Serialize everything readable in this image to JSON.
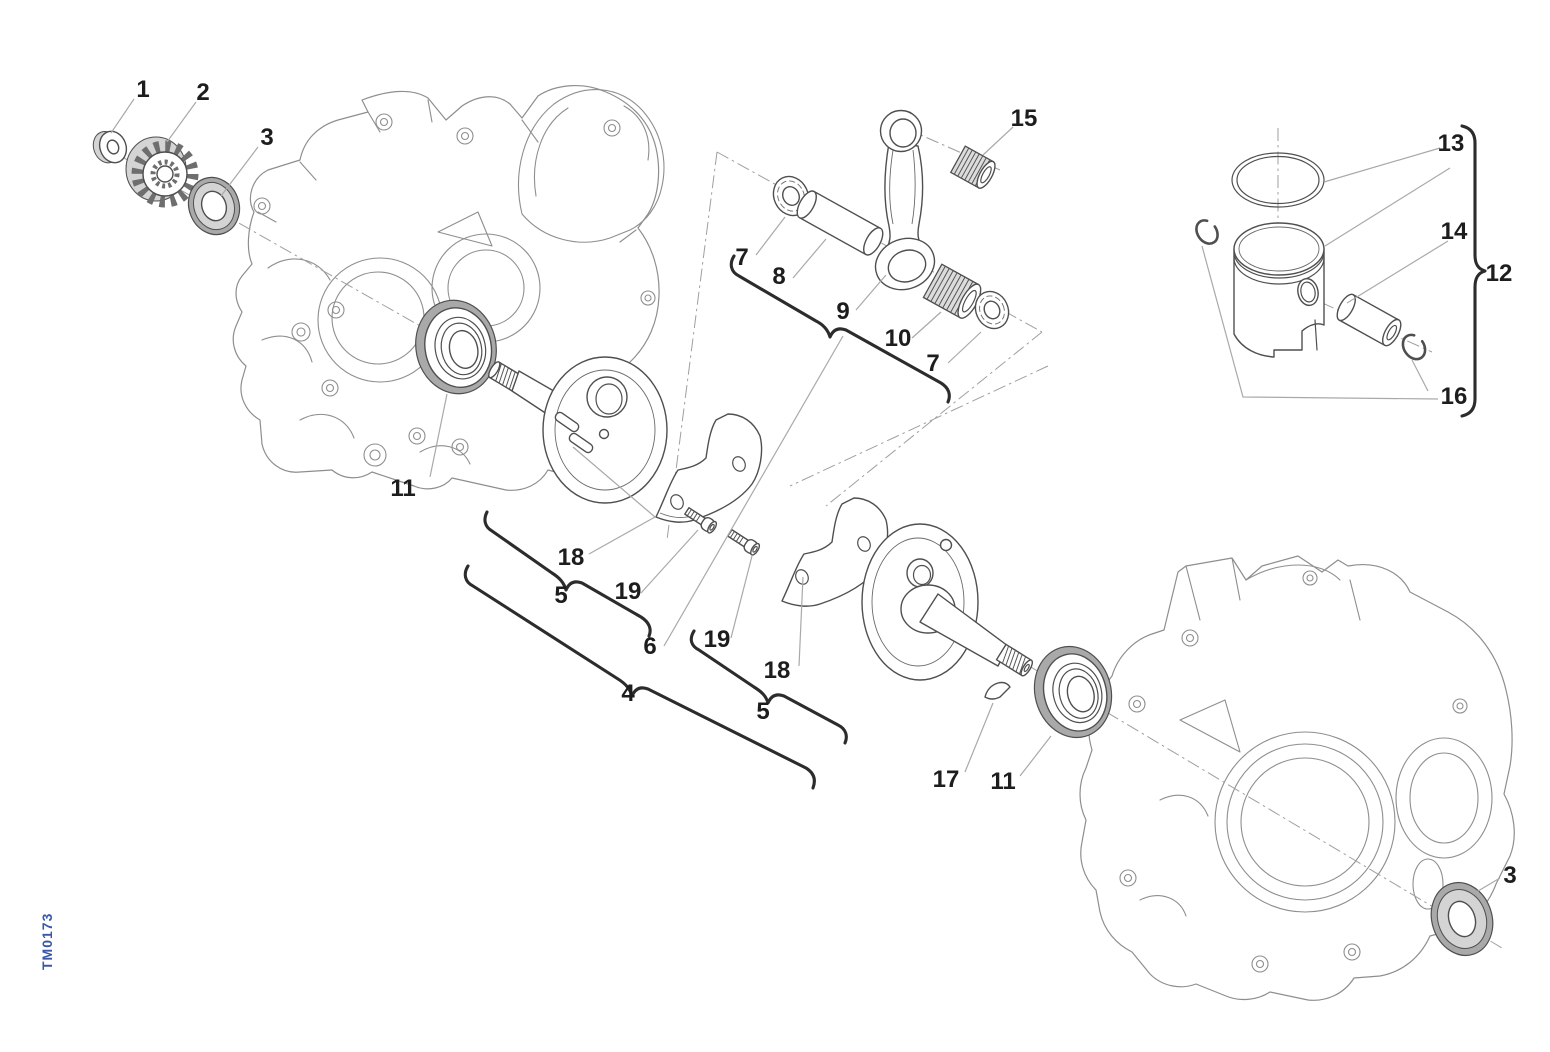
{
  "drawing_code": "TM0173",
  "colors": {
    "accent_blue": "#3a57a8",
    "label_ink": "#1d1d1d",
    "part_line": "#4f4f4f",
    "case_line": "#8e8e8e"
  },
  "callouts": [
    {
      "label": "1"
    },
    {
      "label": "2"
    },
    {
      "label": "3"
    },
    {
      "label": "15"
    },
    {
      "label": "13"
    },
    {
      "label": "14"
    },
    {
      "label": "12"
    },
    {
      "label": "16"
    },
    {
      "label": "7"
    },
    {
      "label": "8"
    },
    {
      "label": "9"
    },
    {
      "label": "10"
    },
    {
      "label": "7"
    },
    {
      "label": "11"
    },
    {
      "label": "18"
    },
    {
      "label": "5"
    },
    {
      "label": "19"
    },
    {
      "label": "6"
    },
    {
      "label": "4"
    },
    {
      "label": "19"
    },
    {
      "label": "18"
    },
    {
      "label": "5"
    },
    {
      "label": "17"
    },
    {
      "label": "11"
    },
    {
      "label": "3"
    }
  ]
}
